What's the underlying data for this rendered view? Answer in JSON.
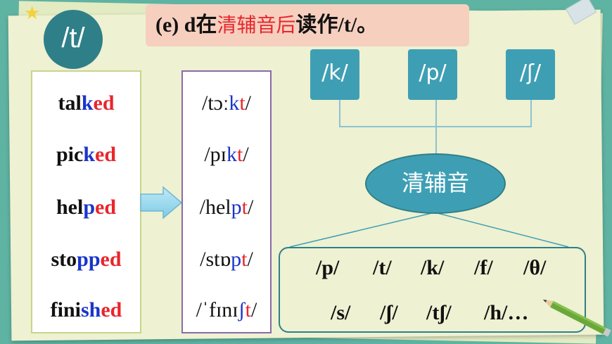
{
  "badge": "/t/",
  "banner": {
    "prefix": "(e) d在",
    "highlight": "清辅音后",
    "suffix": "读作/t/。"
  },
  "words": [
    {
      "parts": [
        {
          "t": "tal",
          "c": "black"
        },
        {
          "t": "k",
          "c": "blue"
        },
        {
          "t": "ed",
          "c": "red"
        }
      ]
    },
    {
      "parts": [
        {
          "t": "pic",
          "c": "black"
        },
        {
          "t": "k",
          "c": "blue"
        },
        {
          "t": "ed",
          "c": "red"
        }
      ]
    },
    {
      "parts": [
        {
          "t": "hel",
          "c": "black"
        },
        {
          "t": "p",
          "c": "blue"
        },
        {
          "t": "ed",
          "c": "red"
        }
      ]
    },
    {
      "parts": [
        {
          "t": "sto",
          "c": "black"
        },
        {
          "t": "pp",
          "c": "blue"
        },
        {
          "t": "ed",
          "c": "red"
        }
      ]
    },
    {
      "parts": [
        {
          "t": "fini",
          "c": "black"
        },
        {
          "t": "sh",
          "c": "blue"
        },
        {
          "t": "ed",
          "c": "red"
        }
      ]
    }
  ],
  "ipa": [
    {
      "parts": [
        {
          "t": "/tɔː",
          "c": "black"
        },
        {
          "t": "k",
          "c": "blue"
        },
        {
          "t": "t",
          "c": "red"
        },
        {
          "t": "/",
          "c": "black"
        }
      ]
    },
    {
      "parts": [
        {
          "t": "/pɪ",
          "c": "black"
        },
        {
          "t": "k",
          "c": "blue"
        },
        {
          "t": "t",
          "c": "red"
        },
        {
          "t": "/",
          "c": "black"
        }
      ]
    },
    {
      "parts": [
        {
          "t": "/hel",
          "c": "black"
        },
        {
          "t": "p",
          "c": "blue"
        },
        {
          "t": "t",
          "c": "red"
        },
        {
          "t": "/",
          "c": "black"
        }
      ]
    },
    {
      "parts": [
        {
          "t": "/stɒ",
          "c": "black"
        },
        {
          "t": "p",
          "c": "blue"
        },
        {
          "t": "t",
          "c": "red"
        },
        {
          "t": "/",
          "c": "black"
        }
      ]
    },
    {
      "parts": [
        {
          "t": "/ˈfɪnɪ",
          "c": "black"
        },
        {
          "t": "ʃ",
          "c": "blue"
        },
        {
          "t": "t",
          "c": "red"
        },
        {
          "t": "/",
          "c": "black"
        }
      ]
    }
  ],
  "tiles": [
    "/k/",
    "/p/",
    "/ʃ/"
  ],
  "center_label": "清辅音",
  "symbols_row1": [
    "/p/",
    "/t/",
    "/k/",
    "/f/",
    "/θ/"
  ],
  "symbols_row2": [
    "/s/",
    "/ʃ/",
    "/tʃ/",
    "/h/…"
  ],
  "colors": {
    "black": "#111111",
    "blue": "#1a35c9",
    "red": "#e8262c",
    "teal": "#3e9fb4"
  }
}
